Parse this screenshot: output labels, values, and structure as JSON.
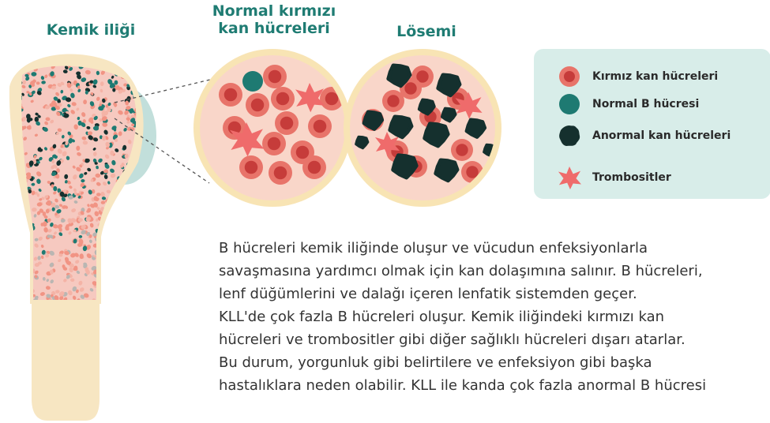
{
  "headings": {
    "kemik_iligi": "Kemik iliği",
    "normal": "Normal kırmızı kan hücreleri",
    "losemi": "Lösemi"
  },
  "legend": {
    "items": [
      {
        "icon": "red-blood-cell-icon",
        "label": "Kırmız kan hücreleri"
      },
      {
        "icon": "normal-b-cell-icon",
        "label": "Normal B hücresi"
      },
      {
        "icon": "abnormal-cell-icon",
        "label": "Anormal kan hücreleri"
      },
      {
        "icon": "platelet-icon",
        "label": "Trombositler"
      }
    ]
  },
  "description": {
    "lines": [
      "B hücreleri kemik iliğinde oluşur ve vücudun enfeksiyonlarla",
      "savaşmasına yardımcı olmak için kan dolaşımına salınır. B hücreleri,",
      "lenf düğümlerini ve dalağı içeren lenfatik sistemden geçer.",
      "KLL'de çok fazla B hücreleri oluşur. Kemik iliğindeki kırmızı kan",
      "hücreleri ve trombositler gibi diğer sağlıklı hücreleri dışarı atarlar.",
      "Bu durum, yorgunluk gibi belirtilere ve enfeksiyon gibi başka",
      "hastalıklara neden olabilir. KLL ile kanda çok fazla anormal B hücresi"
    ]
  },
  "colors": {
    "heading": "#1f7c73",
    "rbc_outer": "#e8746a",
    "rbc_inner": "#c63c3a",
    "b_cell": "#1e7a72",
    "abnormal": "#15302e",
    "platelet": "#ef6b6b",
    "circle_fill": "#f9d6c9",
    "circle_rim": "#f8e4b4",
    "legend_bg": "#d8ede9"
  }
}
